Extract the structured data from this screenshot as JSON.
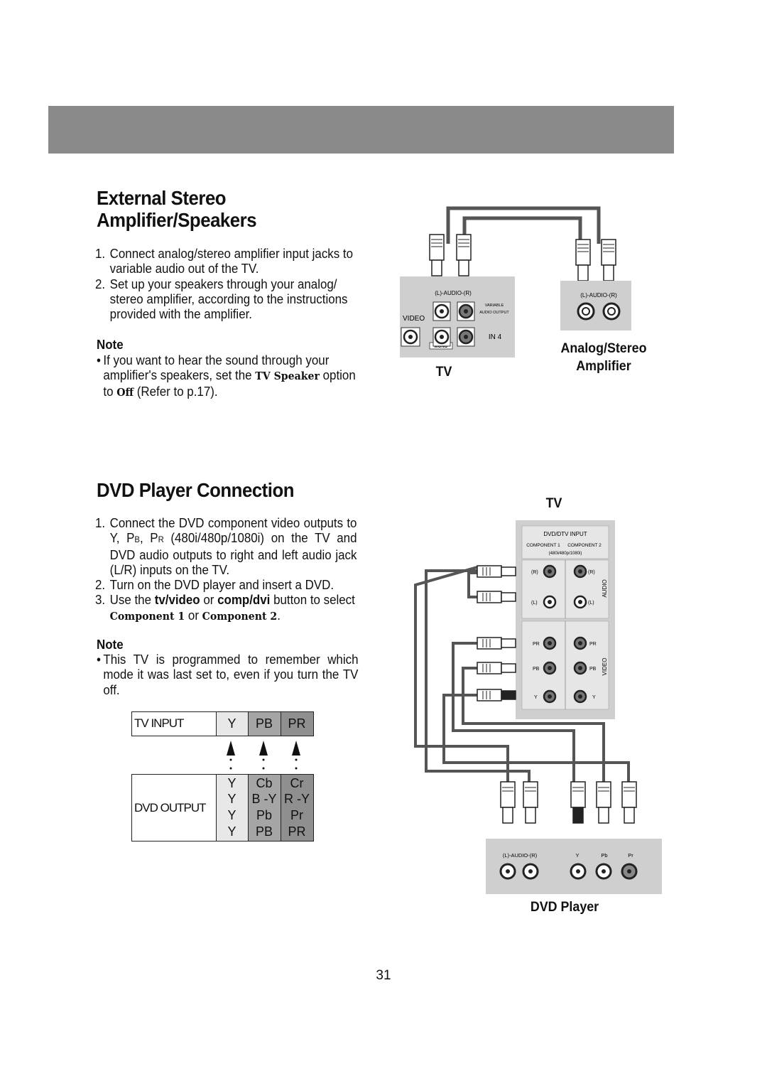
{
  "section1": {
    "title_line1": "External Stereo",
    "title_line2": "Amplifier/Speakers",
    "steps": [
      {
        "num": "1.",
        "text": "Connect analog/stereo amplifier input jacks to variable audio out of the TV."
      },
      {
        "num": "2.",
        "text": "Set up your speakers through your analog/ stereo amplifier, according to the instructions provided with the amplifier."
      }
    ],
    "note_heading": "Note",
    "note_pre": "If you want to hear the sound through your amplifier's speakers, set the ",
    "note_bold1": "TV Speaker",
    "note_mid": " option to ",
    "note_bold2": "Off",
    "note_post": " (Refer to p.17)."
  },
  "diagram1": {
    "tv_panel_audio": "(L)-AUDIO-(R)",
    "tv_panel_video": "VIDEO",
    "tv_panel_variable": "VARIABLE",
    "tv_panel_audio_output": "AUDIO OUTPUT",
    "tv_panel_in": "IN 4",
    "tv_panel_mono": "MONO",
    "amp_panel_audio": "(L)-AUDIO-(R)",
    "tv_label": "TV",
    "amp_label_line1": "Analog/Stereo",
    "amp_label_line2": "Amplifier"
  },
  "section2": {
    "title": "DVD Player Connection",
    "step1_num": "1.",
    "step1_pre": "Connect the DVD component video outputs to Y, P",
    "step1_sub_b": "B",
    "step1_mid": ", P",
    "step1_sub_r": "R",
    "step1_post": " (480i/480p/1080i) on the TV and DVD audio outputs to right and left audio jack (L/R) inputs on the TV.",
    "step2_num": "2.",
    "step2_text": "Turn on the DVD player and insert a DVD.",
    "step3_num": "3.",
    "step3_pre": "Use the ",
    "step3_b1": "tv/video",
    "step3_mid": " or ",
    "step3_b2": "comp/dvi",
    "step3_post": " button to select",
    "step3_opt1": "Component 1",
    "step3_or": " or ",
    "step3_opt2": "Component 2",
    "step3_end": ".",
    "note_heading": "Note",
    "note_text": "This TV is programmed to remember which mode it was last set to, even if you turn the TV off."
  },
  "mapping": {
    "tv_input_label": "TV INPUT",
    "tv_input_cols": [
      "Y",
      "PB",
      "PR"
    ],
    "dvd_output_label": "DVD OUTPUT",
    "dvd_rows": [
      [
        "Y",
        "Cb",
        "Cr"
      ],
      [
        "Y",
        "B -Y",
        "R -Y"
      ],
      [
        "Y",
        "Pb",
        "Pr"
      ],
      [
        "Y",
        "PB",
        "PR"
      ]
    ]
  },
  "diagram2": {
    "tv_label": "TV",
    "panel_title": "DVD/DTV INPUT",
    "component1": "COMPONENT 1",
    "component2": "COMPONENT 2",
    "resolutions": "(480i/480p/1080i)",
    "jack_r": "(R)",
    "jack_l": "(L)",
    "jack_pr": "PR",
    "jack_pb": "PB",
    "jack_y": "Y",
    "audio_side": "AUDIO",
    "video_side": "VIDEO",
    "dvd_audio": "(L)-AUDIO-(R)",
    "dvd_y": "Y",
    "dvd_pb": "Pb",
    "dvd_pr": "Pr",
    "dvd_label": "DVD Player"
  },
  "page_number": "31",
  "colors": {
    "band": "#8a8a8a",
    "panel": "#cfcfcf",
    "cable": "#555555"
  }
}
